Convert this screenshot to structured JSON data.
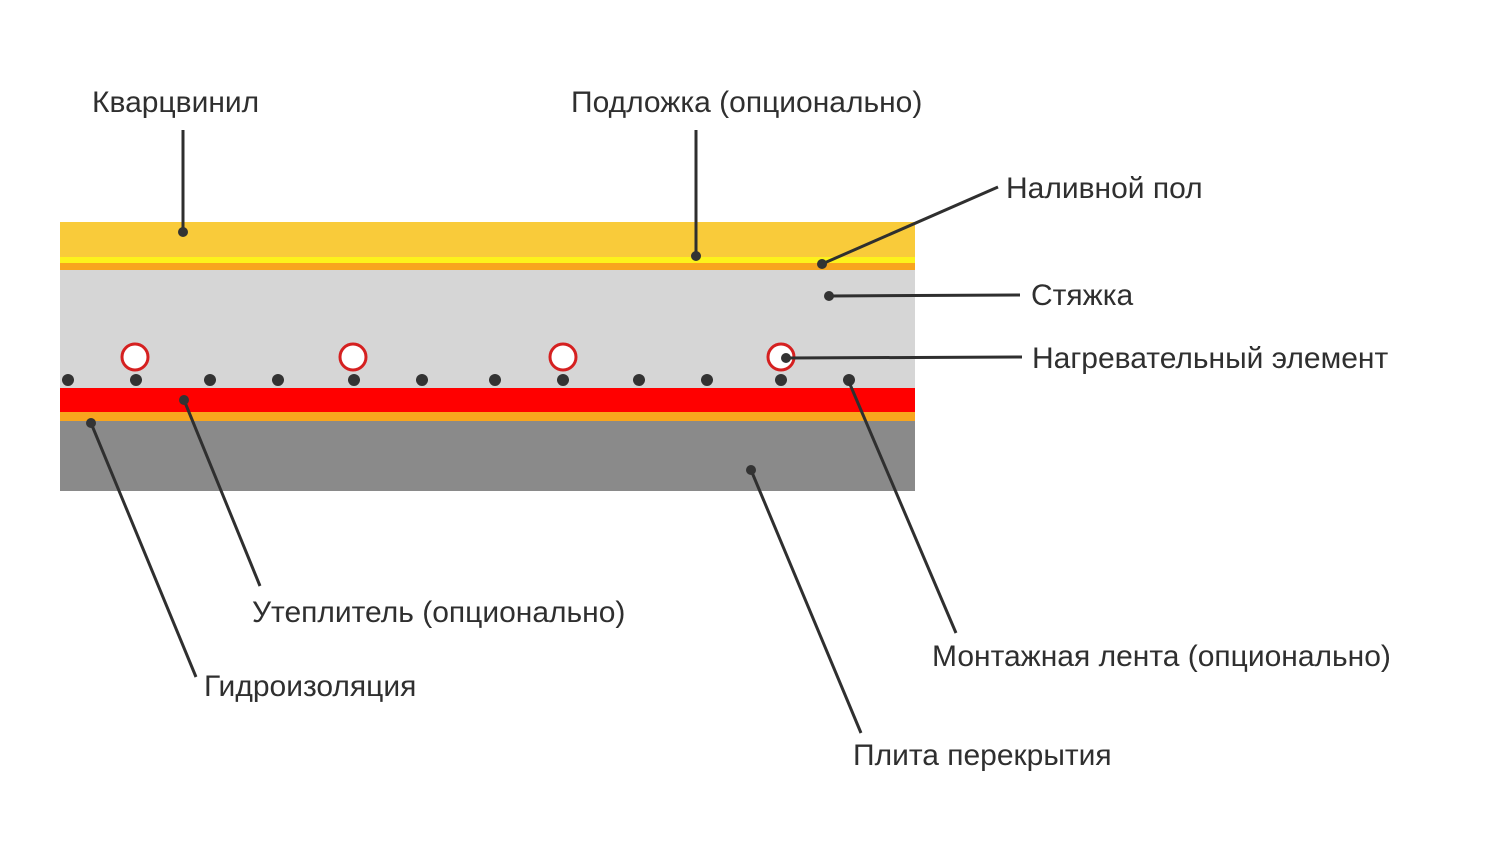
{
  "title": "Floor heating layers diagram",
  "colors": {
    "quartz_vinyl": "#F9CB3A",
    "underlay": "#FDF21C",
    "self_leveling": "#F8A51E",
    "screed": "#D6D6D6",
    "insulation": "#FF0000",
    "waterproofing": "#F8A51E",
    "slab": "#8A8A8A",
    "heating_ring": "#D52020",
    "line": "#2F2F2F",
    "dot": "#333333"
  },
  "labels": {
    "quartz_vinyl": "Кварцвинил",
    "underlay": "Подложка (опционально)",
    "self_leveling": "Наливной пол",
    "screed": "Стяжка",
    "heating_element": "Нагревательный элемент",
    "insulation": "Утеплитель (опционально)",
    "mounting_tape": "Монтажная лента (опционально)",
    "waterproofing": "Гидроизоляция",
    "floor_slab": "Плита перекрытия"
  },
  "heating_elements_count": 4,
  "mounting_tape_points_count": 12
}
